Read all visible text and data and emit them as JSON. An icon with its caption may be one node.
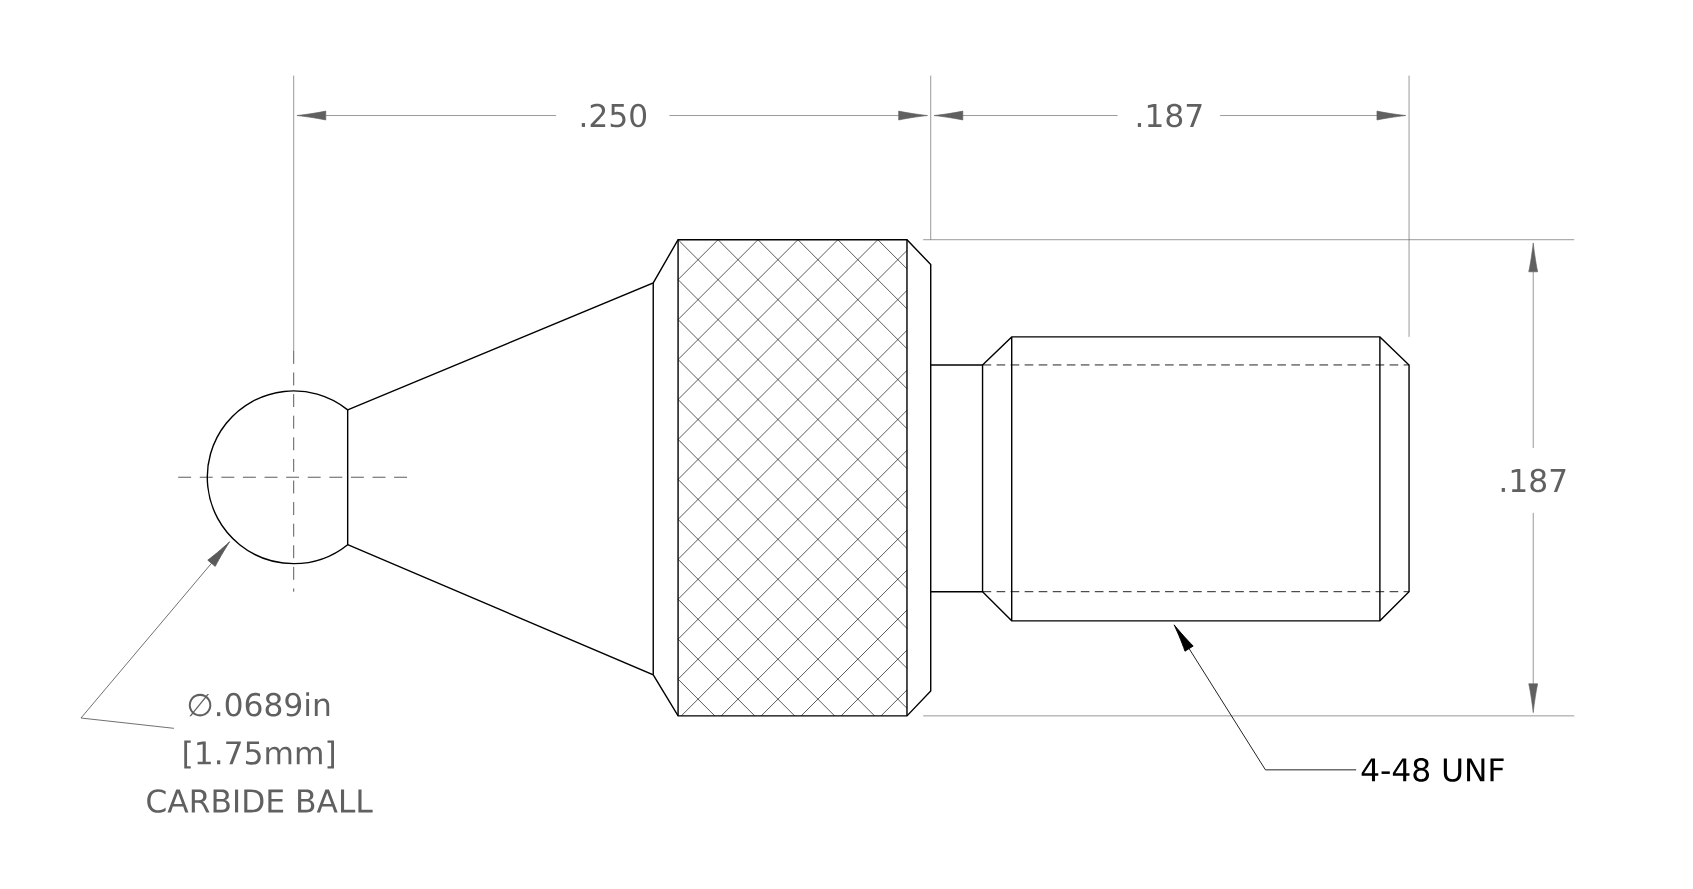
{
  "diagram": {
    "nodes": [
      {
        "text": [
          "∅.0689in",
          "[1.75mm]",
          "CARBIDE BALL"
        ]
      },
      {
        "text": [],
        "shape": "circle"
      },
      {
        "text": [
          "4-48 UNF"
        ]
      },
      {
        "text": [],
        "shape": "box"
      }
    ],
    "edges": [
      {
        "from": 0,
        "to": 1,
        "arrow": "to",
        "color": "#5a5a5a"
      },
      {
        "from": 2,
        "to": 3,
        "arrow": "to",
        "color": "#000000"
      }
    ],
    "labels": [
      ".250",
      ".187",
      ".187"
    ]
  }
}
